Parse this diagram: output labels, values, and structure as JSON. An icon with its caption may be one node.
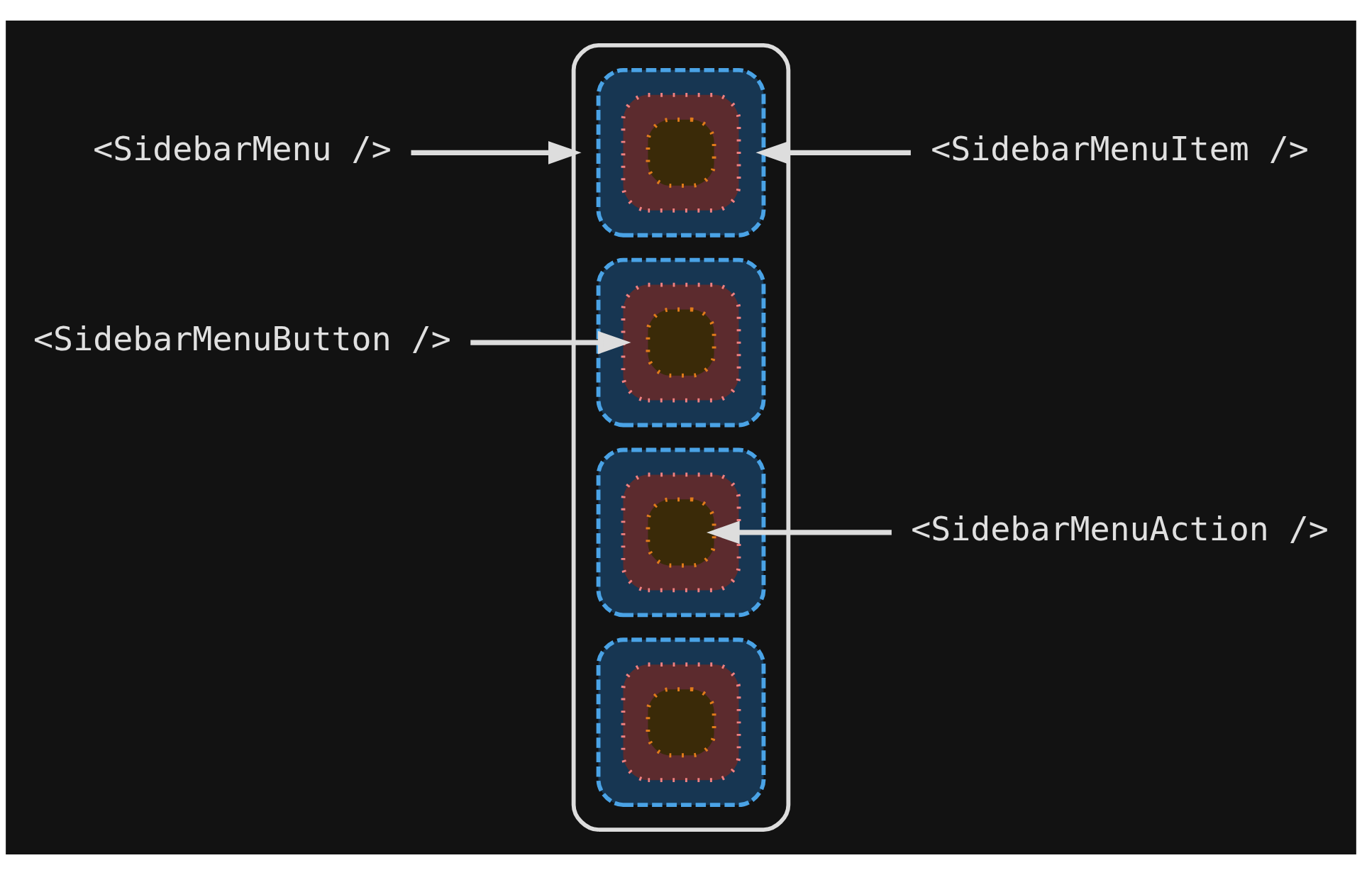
{
  "diagram": {
    "nodes": [
      {
        "text": [
          "<SidebarMenu />"
        ]
      },
      {
        "text": [],
        "shape": "box"
      },
      {
        "text": [],
        "shape": "box",
        "in": 1
      },
      {
        "text": [],
        "shape": "box",
        "in": 2
      },
      {
        "text": [],
        "shape": "box",
        "in": 3
      },
      {
        "text": [],
        "shape": "box",
        "in": 1
      },
      {
        "text": [],
        "shape": "box",
        "in": 5
      },
      {
        "text": [],
        "shape": "box",
        "in": 6
      },
      {
        "text": [],
        "shape": "box",
        "in": 1
      },
      {
        "text": [],
        "shape": "box",
        "in": 8
      },
      {
        "text": [],
        "shape": "box",
        "in": 9
      },
      {
        "text": [],
        "shape": "box",
        "in": 1
      },
      {
        "text": [],
        "shape": "box",
        "in": 11
      },
      {
        "text": [],
        "shape": "box",
        "in": 12
      },
      {
        "text": [
          "<SidebarMenuItem />"
        ]
      },
      {
        "text": [
          "<SidebarMenuButton />"
        ]
      },
      {
        "text": [
          "<SidebarMenuAction />"
        ]
      }
    ],
    "edges": [
      {
        "from": 0,
        "to": 1,
        "arrow": "to"
      },
      {
        "from": 14,
        "to": 2,
        "arrow": "to"
      },
      {
        "from": 15,
        "to": 6,
        "arrow": "to"
      },
      {
        "from": 16,
        "to": 10,
        "arrow": "to"
      }
    ]
  }
}
